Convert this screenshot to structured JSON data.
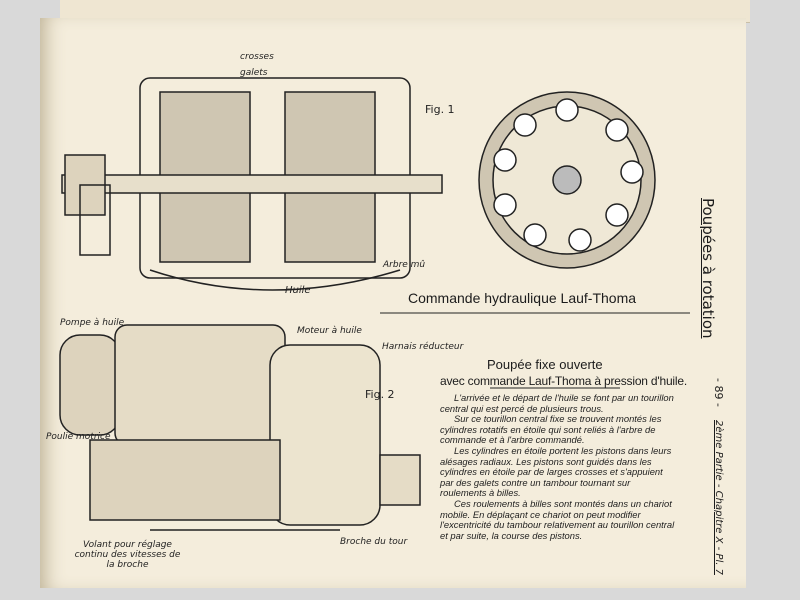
{
  "fig1": {
    "label": "Fig. 1",
    "crosses": "crosses",
    "galets": "galets",
    "arbre": "Arbre mû",
    "huile": "Huile",
    "caption": "Commande hydraulique Lauf-Thoma"
  },
  "fig2": {
    "label": "Fig. 2",
    "pompe": "Pompe à huile",
    "moteur": "Moteur à huile",
    "harnais": "Harnais réducteur",
    "poulie": "Poulie motrice",
    "volant": "Volant pour réglage continu des vitesses de la broche",
    "broche": "Broche du tour"
  },
  "text": {
    "title1": "Poupée fixe ouverte",
    "title2": "avec commande Lauf-Thoma à pression d'huile.",
    "paragraphs": [
      "L'arrivée et le départ de l'huile se font par un tourillon central qui est percé de plusieurs trous.",
      "Sur ce tourillon central fixe se trouvent montés les cylindres rotatifs en étoile qui sont reliés à l'arbre de commande et à l'arbre commandé.",
      "Les cylindres en étoile portent les pistons dans leurs alésages radiaux. Les pistons sont guidés dans les cylindres en étoile par de larges crosses et s'appuient par des galets contre un tambour tournant sur roulements à billes.",
      "Ces roulements à billes sont montés dans un chariot mobile. En déplaçant ce chariot on peut modifier l'excentricité du tambour relativement au tourillon central et par suite, la course des pistons."
    ]
  },
  "side": {
    "heading": "Poupées à rotation",
    "page_number": "- 89 -",
    "chapter": "2ème Partie - Chapitre X - Pl. 7"
  }
}
